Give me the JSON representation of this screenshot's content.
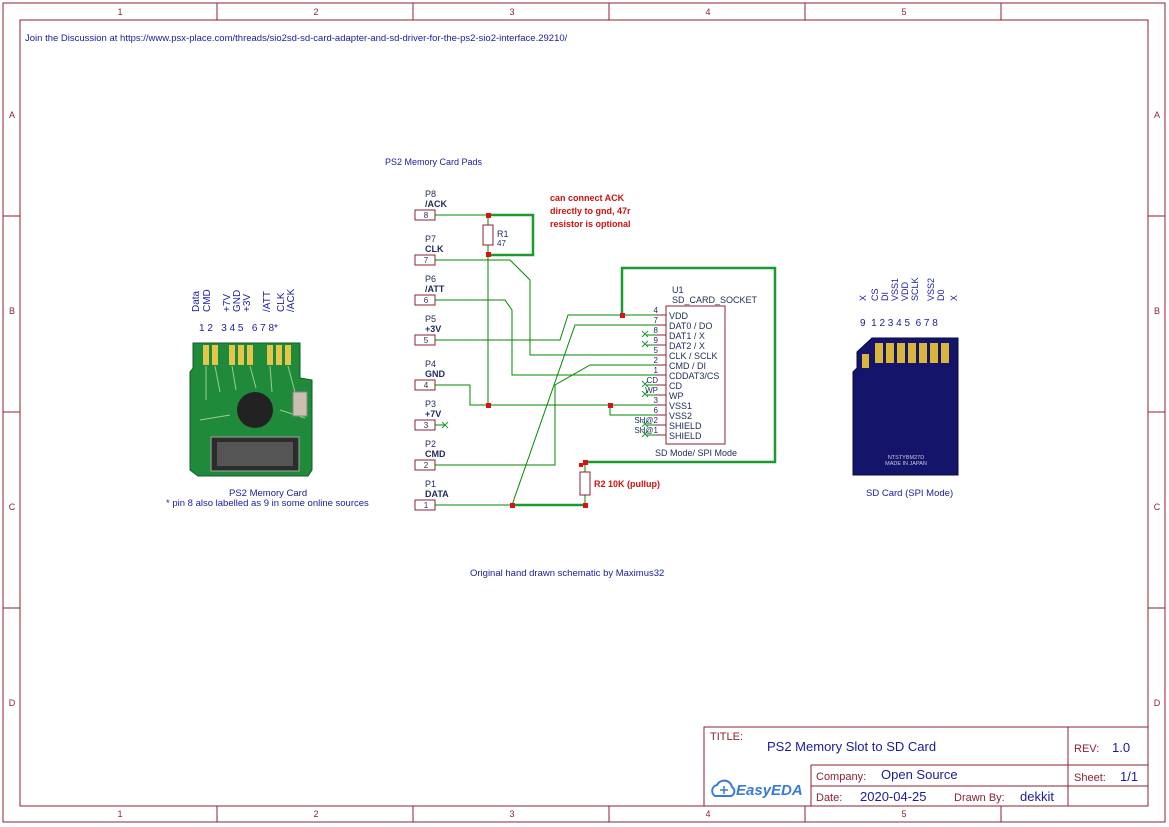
{
  "frame": {
    "columns": [
      "1",
      "2",
      "3",
      "4",
      "5"
    ],
    "rows": [
      "A",
      "B",
      "C",
      "D"
    ]
  },
  "header_link": "Join the Discussion at https://www.psx-place.com/threads/sio2sd-sd-card-adapter-and-sd-driver-for-the-ps2-sio2-interface.29210/",
  "pads_title": "PS2 Memory Card Pads",
  "pads": [
    {
      "name": "P8",
      "signal": "/ACK",
      "num": "8"
    },
    {
      "name": "P7",
      "signal": "CLK",
      "num": "7"
    },
    {
      "name": "P6",
      "signal": "/ATT",
      "num": "6"
    },
    {
      "name": "P5",
      "signal": "+3V",
      "num": "5"
    },
    {
      "name": "P4",
      "signal": "GND",
      "num": "4"
    },
    {
      "name": "P3",
      "signal": "+7V",
      "num": "3"
    },
    {
      "name": "P2",
      "signal": "CMD",
      "num": "2"
    },
    {
      "name": "P1",
      "signal": "DATA",
      "num": "1"
    }
  ],
  "r1": {
    "ref": "R1",
    "value": "47"
  },
  "r2": {
    "label": "R2 10K (pullup)"
  },
  "note_ack": [
    "can connect ACK",
    "directly to gnd, 47r",
    "resistor is optional"
  ],
  "u1": {
    "ref": "U1",
    "name": "SD_CARD_SOCKET",
    "caption": "SD Mode/ SPI Mode",
    "pins": [
      {
        "num": "4",
        "label": "VDD"
      },
      {
        "num": "7",
        "label": "DAT0 / DO"
      },
      {
        "num": "8",
        "label": "DAT1 / X"
      },
      {
        "num": "9",
        "label": "DAT2 / X"
      },
      {
        "num": "5",
        "label": "CLK / SCLK"
      },
      {
        "num": "2",
        "label": "CMD / DI"
      },
      {
        "num": "1",
        "label": "CDDAT3/CS"
      },
      {
        "num": "CD",
        "label": "CD"
      },
      {
        "num": "WP",
        "label": "WP"
      },
      {
        "num": "3",
        "label": "VSS1"
      },
      {
        "num": "6",
        "label": "VSS2"
      },
      {
        "num": "SH@2",
        "label": "SHIELD"
      },
      {
        "num": "SH@1",
        "label": "SHIELD"
      }
    ]
  },
  "ps2_card": {
    "labels": [
      "Data",
      "CMD",
      "+7V",
      "GND",
      "+3V",
      "/ATT",
      "CLK",
      "/ACK"
    ],
    "pin_numbers": "1 2   3 4 5   6 7 8*",
    "caption": "PS2 Memory Card",
    "footnote": "* pin 8 also labelled as 9 in some online sources"
  },
  "sd_card": {
    "labels": [
      "X",
      "CS",
      "DI",
      "VSS1",
      "VDD",
      "SCLK",
      "VSS2",
      "D0",
      "X"
    ],
    "pin_numbers": "9  1 2 3 4 5  6 7 8",
    "caption": "SD Card (SPI Mode)",
    "print_line1": "NTSTYBM27D",
    "print_line2": "MADE IN JAPAN"
  },
  "original_note": "Original hand drawn schematic by Maximus32",
  "title_block": {
    "title_label": "TITLE:",
    "title": "PS2 Memory Slot to SD Card",
    "rev_label": "REV:",
    "rev": "1.0",
    "company_label": "Company:",
    "company": "Open Source",
    "sheet_label": "Sheet:",
    "sheet": "1/1",
    "date_label": "Date:",
    "date": "2020-04-25",
    "drawn_label": "Drawn By:",
    "drawn": "dekkit",
    "brand": "EasyEDA"
  },
  "colors": {
    "frame": "#8b2232",
    "wire": "#008a00",
    "net": "#0f8a2a",
    "text": "#1a1aa0",
    "junction": "#dd1111"
  }
}
